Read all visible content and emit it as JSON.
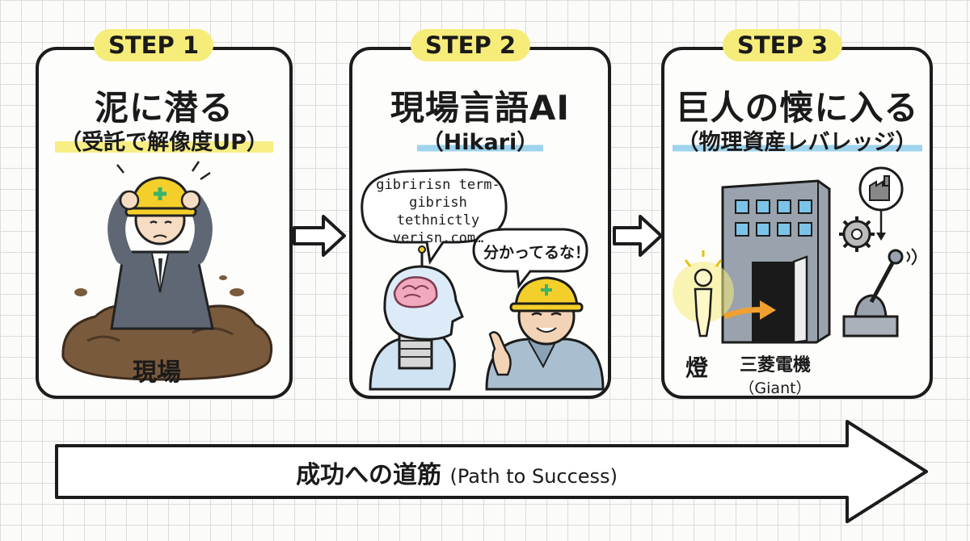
{
  "steps": [
    {
      "label": "STEP 1",
      "title": "泥に潜る",
      "subtitle": "（受託で解像度UP）",
      "art_label": "現場"
    },
    {
      "label": "STEP 2",
      "title": "現場言語AI",
      "subtitle": "（Hikari）",
      "bubble_ai": [
        "gibririsn term-",
        "gibrish tethnictly",
        "verisn.com…"
      ],
      "bubble_worker": "分かってるな！"
    },
    {
      "label": "STEP 3",
      "title": "巨人の懐に入る",
      "subtitle": "（物理資産レバレッジ）",
      "person_label": "燈",
      "giant_label": "三菱電機",
      "giant_sub": "（Giant）"
    }
  ],
  "path": {
    "ja": "成功への道筋",
    "en": "(Path to Success)"
  },
  "colors": {
    "highlight_yellow": "#f6ec7a",
    "highlight_blue": "#9fd3ee",
    "mud": "#7a5a3c",
    "helmet": "#f4cf2a"
  }
}
